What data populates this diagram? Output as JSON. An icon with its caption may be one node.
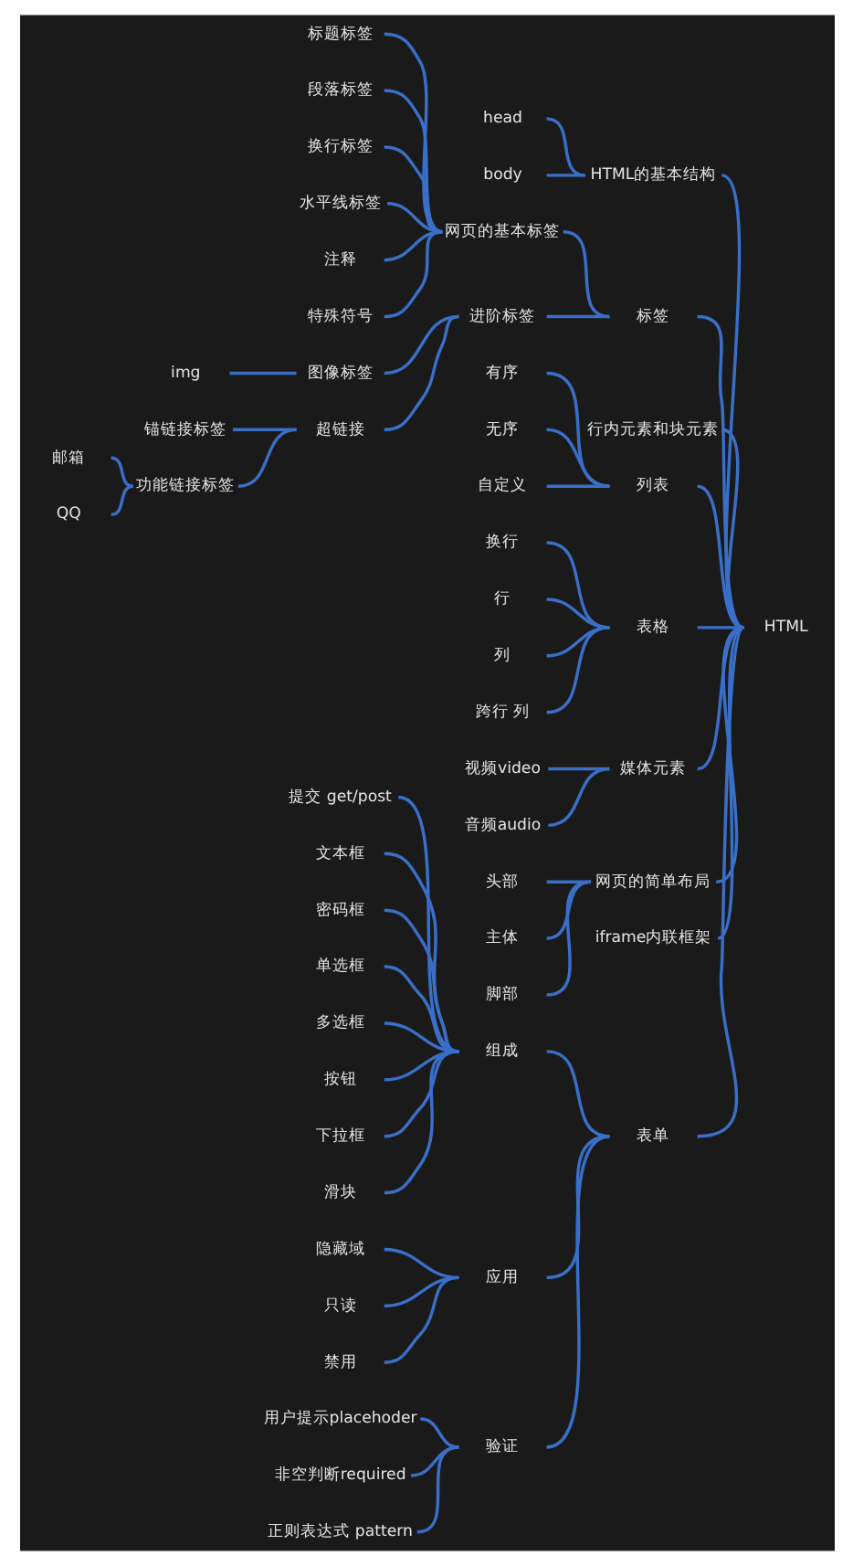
{
  "diagram": {
    "nodes": [
      {
        "text": [
          "HTML"
        ]
      },
      {
        "text": [
          "HTML的基本结构"
        ]
      },
      {
        "text": [
          "head"
        ]
      },
      {
        "text": [
          "body"
        ]
      },
      {
        "text": [
          "标签"
        ]
      },
      {
        "text": [
          "网页的基本标签"
        ]
      },
      {
        "text": [
          "标题标签"
        ]
      },
      {
        "text": [
          "段落标签"
        ]
      },
      {
        "text": [
          "换行标签"
        ]
      },
      {
        "text": [
          "水平线标签"
        ]
      },
      {
        "text": [
          "注释"
        ]
      },
      {
        "text": [
          "特殊符号"
        ]
      },
      {
        "text": [
          "进阶标签"
        ]
      },
      {
        "text": [
          "图像标签"
        ]
      },
      {
        "text": [
          "img"
        ]
      },
      {
        "text": [
          "超链接"
        ]
      },
      {
        "text": [
          "锚链接标签"
        ]
      },
      {
        "text": [
          "功能链接标签"
        ]
      },
      {
        "text": [
          "邮箱"
        ]
      },
      {
        "text": [
          "QQ"
        ]
      },
      {
        "text": [
          "行内元素和块元素"
        ]
      },
      {
        "text": [
          "列表"
        ]
      },
      {
        "text": [
          "有序"
        ]
      },
      {
        "text": [
          "无序"
        ]
      },
      {
        "text": [
          "自定义"
        ]
      },
      {
        "text": [
          "表格"
        ]
      },
      {
        "text": [
          "换行"
        ]
      },
      {
        "text": [
          "行"
        ]
      },
      {
        "text": [
          "列"
        ]
      },
      {
        "text": [
          "跨行 列"
        ]
      },
      {
        "text": [
          "媒体元素"
        ]
      },
      {
        "text": [
          "视频video"
        ]
      },
      {
        "text": [
          "音频audio"
        ]
      },
      {
        "text": [
          "网页的简单布局"
        ]
      },
      {
        "text": [
          "头部"
        ]
      },
      {
        "text": [
          "主体"
        ]
      },
      {
        "text": [
          "脚部"
        ]
      },
      {
        "text": [
          "iframe内联框架"
        ]
      },
      {
        "text": [
          "表单"
        ]
      },
      {
        "text": [
          "组成"
        ]
      },
      {
        "text": [
          "提交 get/post"
        ]
      },
      {
        "text": [
          "文本框"
        ]
      },
      {
        "text": [
          "密码框"
        ]
      },
      {
        "text": [
          "单选框"
        ]
      },
      {
        "text": [
          "多选框"
        ]
      },
      {
        "text": [
          "按钮"
        ]
      },
      {
        "text": [
          "下拉框"
        ]
      },
      {
        "text": [
          "滑块"
        ]
      },
      {
        "text": [
          "应用"
        ]
      },
      {
        "text": [
          "隐藏域"
        ]
      },
      {
        "text": [
          "只读"
        ]
      },
      {
        "text": [
          "禁用"
        ]
      },
      {
        "text": [
          "验证"
        ]
      },
      {
        "text": [
          "用户提示placehoder"
        ]
      },
      {
        "text": [
          "非空判断required"
        ]
      },
      {
        "text": [
          "正则表达式 pattern"
        ]
      }
    ],
    "edges": [
      {
        "from": 0,
        "to": 1,
        "arrow": "none"
      },
      {
        "from": 1,
        "to": 2,
        "arrow": "none"
      },
      {
        "from": 1,
        "to": 3,
        "arrow": "none"
      },
      {
        "from": 0,
        "to": 4,
        "arrow": "none"
      },
      {
        "from": 4,
        "to": 5,
        "arrow": "none"
      },
      {
        "from": 5,
        "to": 6,
        "arrow": "none"
      },
      {
        "from": 5,
        "to": 7,
        "arrow": "none"
      },
      {
        "from": 5,
        "to": 8,
        "arrow": "none"
      },
      {
        "from": 5,
        "to": 9,
        "arrow": "none"
      },
      {
        "from": 5,
        "to": 10,
        "arrow": "none"
      },
      {
        "from": 5,
        "to": 11,
        "arrow": "none"
      },
      {
        "from": 4,
        "to": 12,
        "arrow": "none"
      },
      {
        "from": 12,
        "to": 13,
        "arrow": "none"
      },
      {
        "from": 13,
        "to": 14,
        "arrow": "none"
      },
      {
        "from": 12,
        "to": 15,
        "arrow": "none"
      },
      {
        "from": 15,
        "to": 16,
        "arrow": "none"
      },
      {
        "from": 15,
        "to": 17,
        "arrow": "none"
      },
      {
        "from": 17,
        "to": 18,
        "arrow": "none"
      },
      {
        "from": 17,
        "to": 19,
        "arrow": "none"
      },
      {
        "from": 0,
        "to": 20,
        "arrow": "none"
      },
      {
        "from": 0,
        "to": 21,
        "arrow": "none"
      },
      {
        "from": 21,
        "to": 22,
        "arrow": "none"
      },
      {
        "from": 21,
        "to": 23,
        "arrow": "none"
      },
      {
        "from": 21,
        "to": 24,
        "arrow": "none"
      },
      {
        "from": 0,
        "to": 25,
        "arrow": "none"
      },
      {
        "from": 25,
        "to": 26,
        "arrow": "none"
      },
      {
        "from": 25,
        "to": 27,
        "arrow": "none"
      },
      {
        "from": 25,
        "to": 28,
        "arrow": "none"
      },
      {
        "from": 25,
        "to": 29,
        "arrow": "none"
      },
      {
        "from": 0,
        "to": 30,
        "arrow": "none"
      },
      {
        "from": 30,
        "to": 31,
        "arrow": "none"
      },
      {
        "from": 30,
        "to": 32,
        "arrow": "none"
      },
      {
        "from": 0,
        "to": 33,
        "arrow": "none"
      },
      {
        "from": 33,
        "to": 34,
        "arrow": "none"
      },
      {
        "from": 33,
        "to": 35,
        "arrow": "none"
      },
      {
        "from": 33,
        "to": 36,
        "arrow": "none"
      },
      {
        "from": 0,
        "to": 37,
        "arrow": "none"
      },
      {
        "from": 0,
        "to": 38,
        "arrow": "none"
      },
      {
        "from": 38,
        "to": 39,
        "arrow": "none"
      },
      {
        "from": 39,
        "to": 40,
        "arrow": "none"
      },
      {
        "from": 39,
        "to": 41,
        "arrow": "none"
      },
      {
        "from": 39,
        "to": 42,
        "arrow": "none"
      },
      {
        "from": 39,
        "to": 43,
        "arrow": "none"
      },
      {
        "from": 39,
        "to": 44,
        "arrow": "none"
      },
      {
        "from": 39,
        "to": 45,
        "arrow": "none"
      },
      {
        "from": 39,
        "to": 46,
        "arrow": "none"
      },
      {
        "from": 39,
        "to": 47,
        "arrow": "none"
      },
      {
        "from": 38,
        "to": 48,
        "arrow": "none"
      },
      {
        "from": 48,
        "to": 49,
        "arrow": "none"
      },
      {
        "from": 48,
        "to": 50,
        "arrow": "none"
      },
      {
        "from": 48,
        "to": 51,
        "arrow": "none"
      },
      {
        "from": 38,
        "to": 52,
        "arrow": "none"
      },
      {
        "from": 52,
        "to": 53,
        "arrow": "none"
      },
      {
        "from": 52,
        "to": 54,
        "arrow": "none"
      },
      {
        "from": 52,
        "to": 55,
        "arrow": "none"
      }
    ]
  }
}
